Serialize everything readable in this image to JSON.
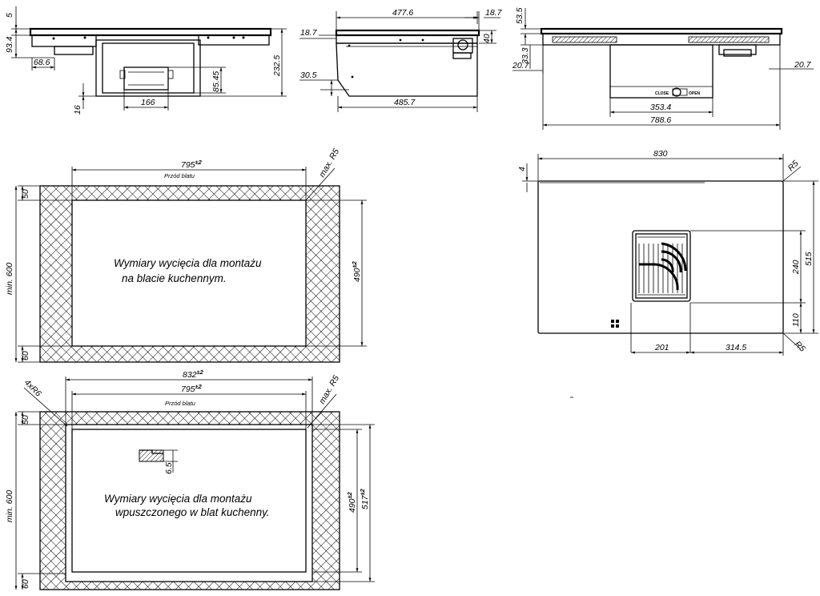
{
  "side_view": {
    "dims": {
      "d5": "5",
      "d93_4": "93.4",
      "d68_6": "68.6",
      "d85_45": "85.45",
      "d232_5": "232.5",
      "d166": "166",
      "d16": "16"
    }
  },
  "front_view": {
    "dims": {
      "d477_6": "477.6",
      "d18_7_top": "18.7",
      "d18_7_left": "18.7",
      "d40": "40",
      "d30_5": "30.5",
      "d485_7": "485.7"
    }
  },
  "rear_view": {
    "dims": {
      "d53_5": "53.5",
      "d33_3": "33.3",
      "d20_7_left": "20.7",
      "d20_7_right": "20.7",
      "d353_4": "353.4",
      "d788_6": "788.6"
    },
    "controls": {
      "left": "CLOSE",
      "right": "OPEN"
    }
  },
  "cutout_top": {
    "width": "795",
    "width_tol": "±2",
    "front_label": "Przód blatu",
    "corner": "max. R5",
    "d50": "50",
    "d60": "60",
    "min_depth": "min. 600",
    "depth": "490",
    "depth_tol": "±2",
    "caption_line1": "Wymiary wycięcia dla montażu",
    "caption_line2": "na blacie kuchennym."
  },
  "cutout_bottom": {
    "outer_width": "832",
    "outer_tol": "±2",
    "width": "795",
    "width_tol": "±2",
    "front_label": "Przód blatu",
    "corner": "max. R5",
    "holes": "4xR6",
    "d50": "50",
    "d60": "60",
    "min_depth": "min. 600",
    "depth": "490",
    "depth_tol": "±2",
    "outer_depth": "517",
    "outer_depth_tol": "±2",
    "step": "6.5",
    "caption_line1": "Wymiary wycięcia dla montażu",
    "caption_line2": "wpuszczonego w blat kuchenny."
  },
  "top_view": {
    "dims": {
      "d830": "830",
      "d4": "4",
      "r5_top": "R5",
      "r5_bottom": "R5",
      "d515": "515",
      "d240": "240",
      "d110": "110",
      "d201": "201",
      "d314_5": "314.5"
    }
  }
}
